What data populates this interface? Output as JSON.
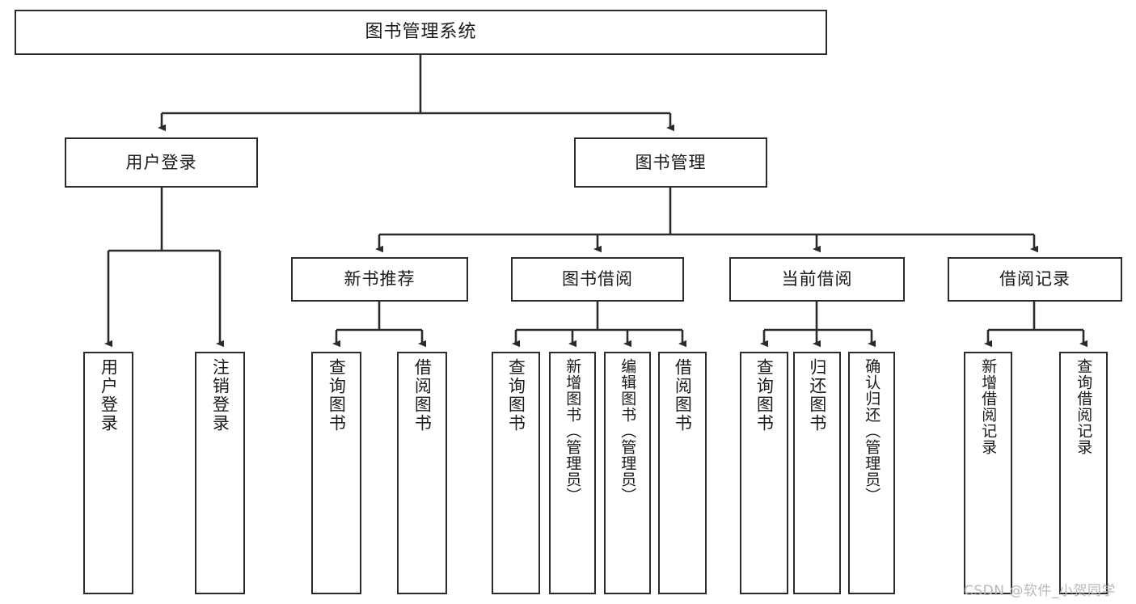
{
  "diagram": {
    "type": "tree-hierarchy-chart",
    "title": "图书管理系统",
    "orientation": "top-down",
    "colors": {
      "box_border": "#2b2b2b",
      "box_fill": "#ffffff",
      "connector": "#2b2b2b",
      "text": "#1a1a1a",
      "watermark": "#b9b9b9",
      "background": "#ffffff"
    }
  },
  "nodes": {
    "root": {
      "label": "图书管理系统"
    },
    "level2": [
      {
        "label": "用户登录"
      },
      {
        "label": "图书管理"
      }
    ],
    "level3": [
      {
        "label": "新书推荐"
      },
      {
        "label": "图书借阅"
      },
      {
        "label": "当前借阅"
      },
      {
        "label": "借阅记录"
      }
    ],
    "leaves": {
      "user_login": [
        {
          "label": "用户登录"
        },
        {
          "label": "注销登录"
        }
      ],
      "new_book_recommend": [
        {
          "label": "查询图书"
        },
        {
          "label": "借阅图书"
        }
      ],
      "book_borrow": [
        {
          "label": "查询图书"
        },
        {
          "label": "新增图书（管理员）"
        },
        {
          "label": "编辑图书（管理员）"
        },
        {
          "label": "借阅图书"
        }
      ],
      "current_borrow": [
        {
          "label": "查询图书"
        },
        {
          "label": "归还图书"
        },
        {
          "label": "确认归还（管理员）"
        }
      ],
      "borrow_record": [
        {
          "label": "新增借阅记录"
        },
        {
          "label": "查询借阅记录"
        }
      ]
    }
  },
  "watermark": {
    "text": "CSDN @软件_小贺同学"
  }
}
